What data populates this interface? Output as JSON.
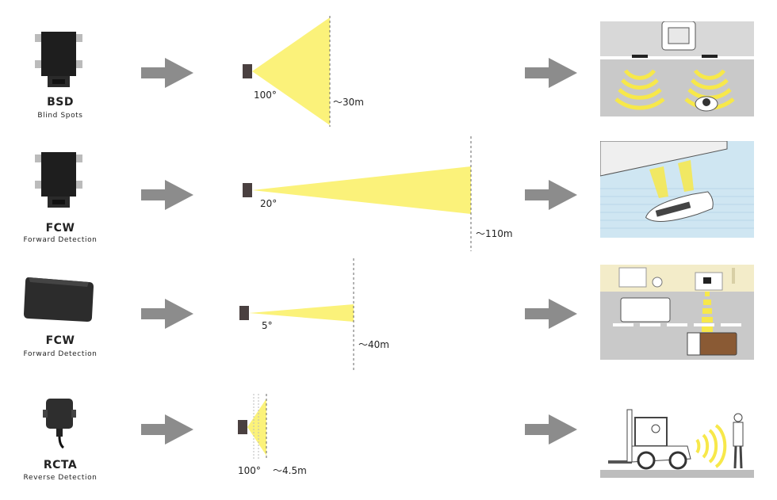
{
  "sensors": [
    {
      "name": "BSD",
      "subtitle": "Blind Spots",
      "angle": "100°",
      "range": "～30m"
    },
    {
      "name": "FCW",
      "subtitle": "Forward Detection",
      "angle": "20°",
      "range": "～110m"
    },
    {
      "name": "FCW",
      "subtitle": "Forward Detection",
      "angle": "5°",
      "range": "～40m"
    },
    {
      "name": "RCTA",
      "subtitle": "Reverse Detection",
      "angle": "100°",
      "range": "～4.5m"
    }
  ],
  "colors": {
    "beam": "#fbf27a",
    "arrow": "#8c8c8c",
    "sensor": "#4a4040",
    "road": "#c9c9c9",
    "water": "#cfe6f2",
    "sidewalk": "#f3ecc9"
  },
  "icons": {
    "arrow": "right-arrow-icon",
    "radar": "radar-sensor-icon"
  }
}
